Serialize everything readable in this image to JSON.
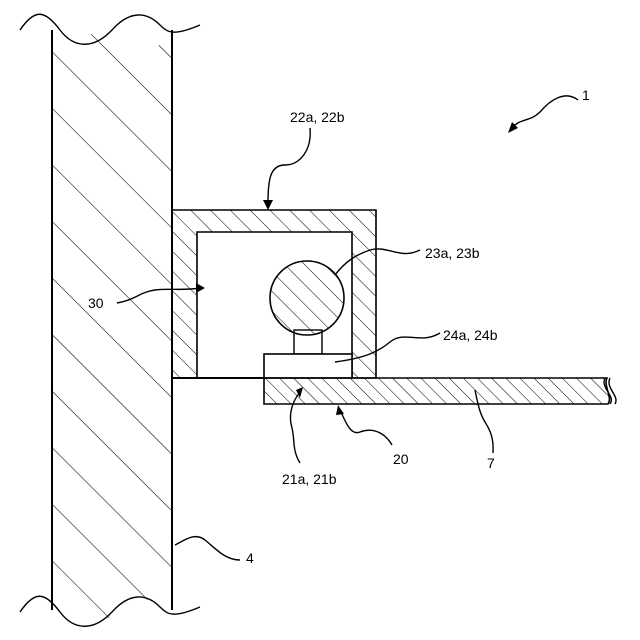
{
  "labels": {
    "l1": "1",
    "l4": "4",
    "l7": "7",
    "l20": "20",
    "l30": "30",
    "l21": "21a, 21b",
    "l22": "22a, 22b",
    "l23": "23a, 23b",
    "l24": "24a, 24b"
  }
}
